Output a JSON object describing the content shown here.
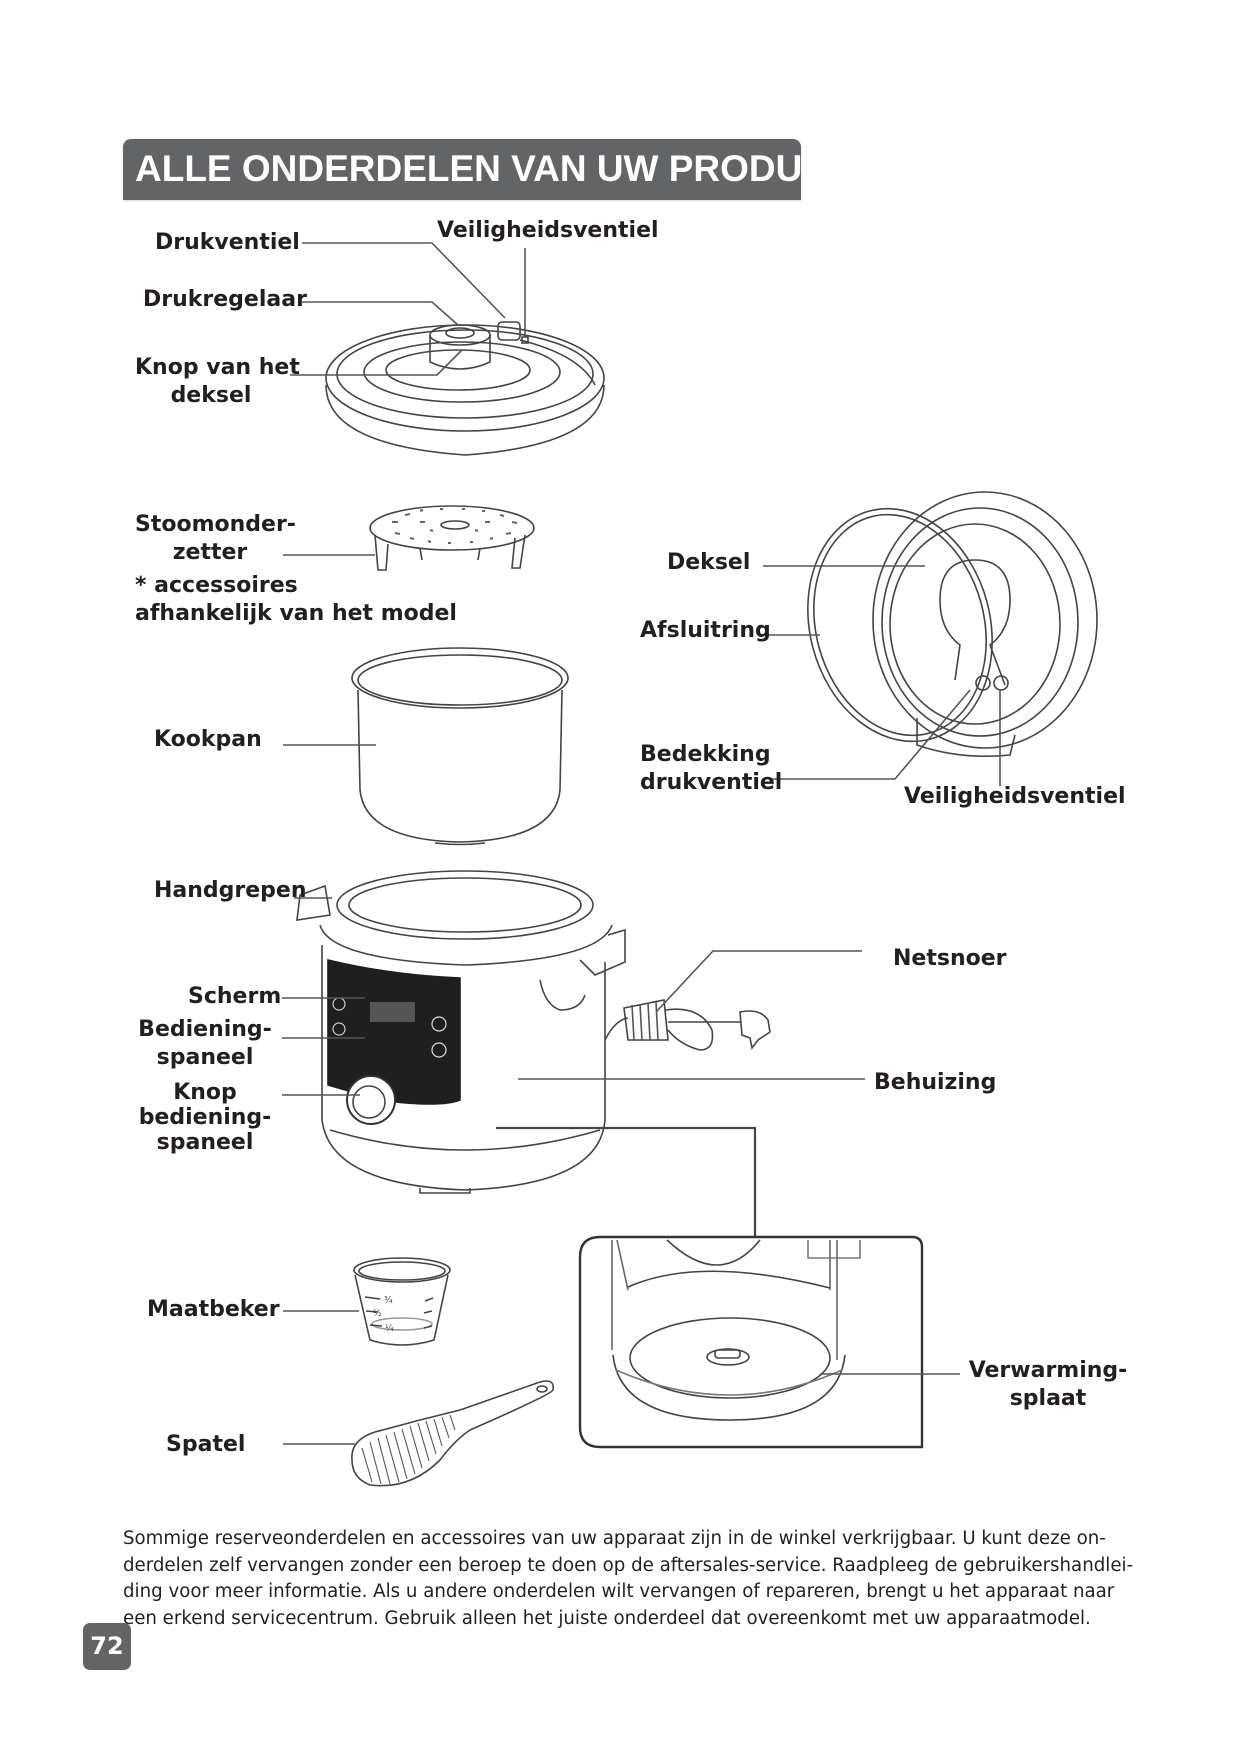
{
  "header": {
    "title": "ALLE ONDERDELEN VAN UW PRODUCT"
  },
  "labels": {
    "drukventiel": "Drukventiel",
    "veiligheidsventiel_top": "Veiligheidsventiel",
    "drukregelaar": "Drukregelaar",
    "knop_deksel_line1": "Knop van het",
    "knop_deksel_line2": "deksel",
    "stoomonderzetter_line1": "Stoomonder-",
    "stoomonderzetter_line2": "zetter",
    "accessoires_line1": "* accessoires",
    "accessoires_line2": "afhankelijk van het model",
    "kookpan": "Kookpan",
    "deksel": "Deksel",
    "afsluitring": "Afsluitring",
    "bedekking_line1": "Bedekking",
    "bedekking_line2": "drukventiel",
    "veiligheidsventiel_right": "Veiligheidsventiel",
    "handgrepen": "Handgrepen",
    "scherm": "Scherm",
    "bedieningspaneel_line1": "Bediening-",
    "bedieningspaneel_line2": "spaneel",
    "knop_bediening_line1": "Knop",
    "knop_bediening_line2": "bediening-",
    "knop_bediening_line3": "spaneel",
    "netsnoer": "Netsnoer",
    "behuizing": "Behuizing",
    "maatbeker": "Maatbeker",
    "spatel": "Spatel",
    "verwarmingsplaat_line1": "Verwarming-",
    "verwarmingsplaat_line2": "splaat"
  },
  "measuring_cup_marks": [
    "¾",
    "½",
    "¼"
  ],
  "paragraph": {
    "lines": [
      "Sommige reserveonderdelen en accessoires van uw apparaat zijn in de winkel verkrijgbaar. U kunt deze on-",
      "derdelen zelf vervangen zonder een beroep te doen op de aftersales-service. Raadpleeg de gebruikershandlei-",
      "ding voor meer informatie. Als u andere onderdelen wilt vervangen of repareren, brengt u het apparaat naar",
      "een erkend servicecentrum. Gebruik alleen het juiste onderdeel dat overeenkomt met uw apparaatmodel."
    ]
  },
  "footer": {
    "page_number": "72"
  },
  "colors": {
    "header_bg": "#636466",
    "text": "#231f20",
    "line": "#555555",
    "panel_dark": "#1f1f1f"
  }
}
